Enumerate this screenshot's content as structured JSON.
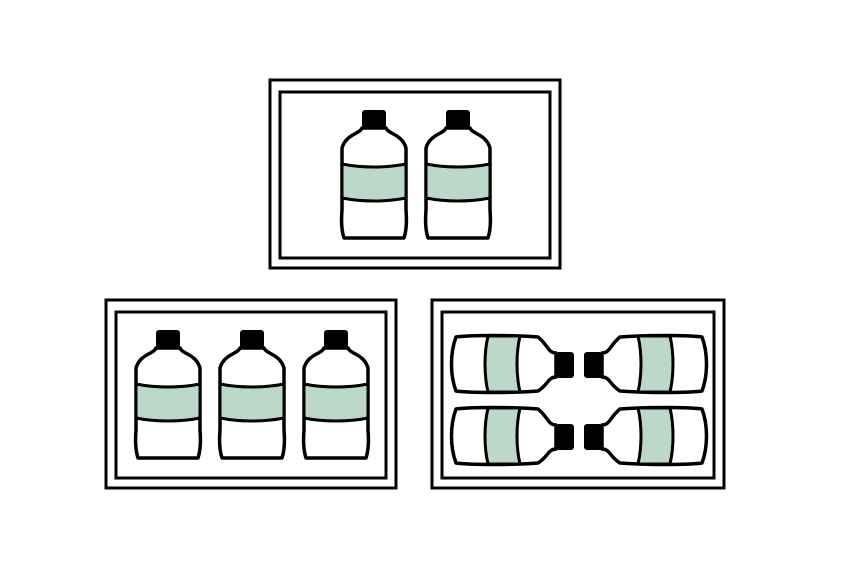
{
  "colors": {
    "background": "#ffffff",
    "stroke": "#000000",
    "bottle_fill": "#ffffff",
    "label_band": "#bcd8c8",
    "cap": "#000000"
  },
  "boxes": [
    {
      "name": "box-two-upright-bottles",
      "bottles": 2,
      "orientation": "upright"
    },
    {
      "name": "box-three-upright-bottles",
      "bottles": 3,
      "orientation": "upright"
    },
    {
      "name": "box-four-sideways-bottles",
      "bottles": 4,
      "orientation": "sideways"
    }
  ]
}
